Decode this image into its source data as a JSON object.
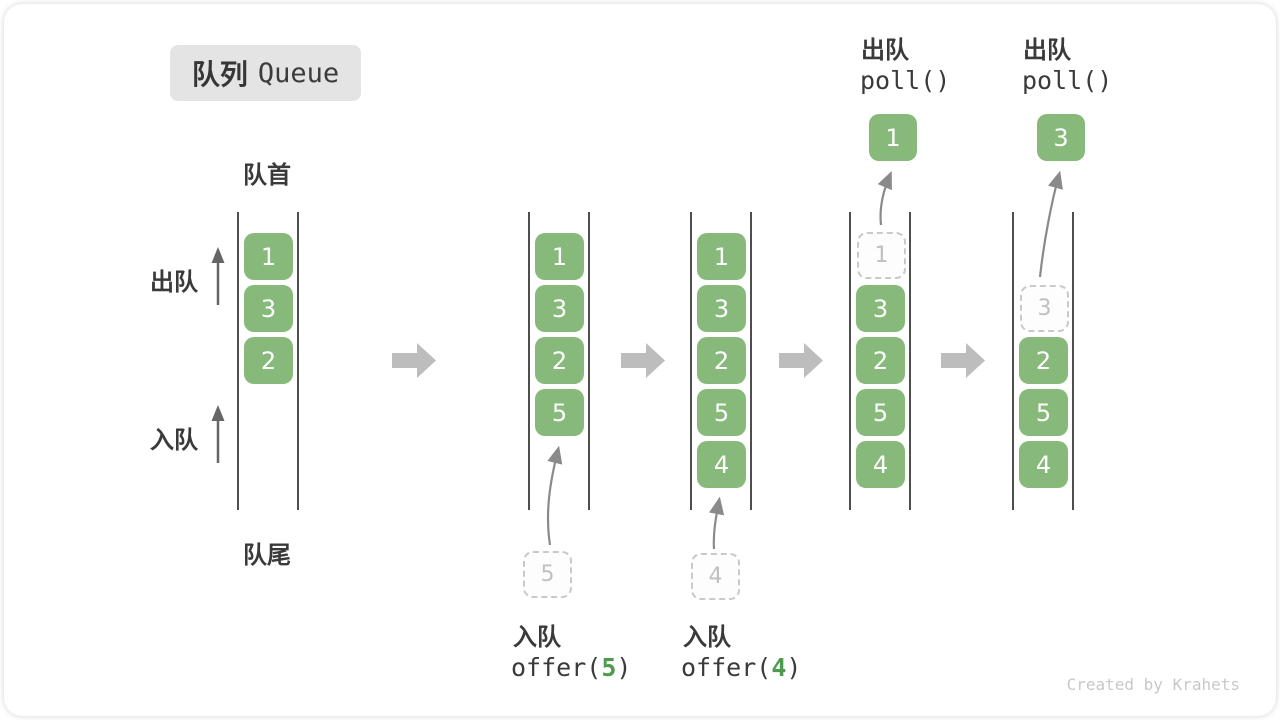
{
  "title": {
    "zh": "队列",
    "en": "Queue"
  },
  "side_labels": {
    "front": "队首",
    "rear": "队尾",
    "dequeue": "出队",
    "enqueue": "入队"
  },
  "colors": {
    "box_green": "#87ba7a",
    "code_green": "#4e9b50",
    "block_arrow_gray": "#bdbdbd",
    "dashed_gray": "#c9c9c9",
    "title_bg": "#e4e4e4"
  },
  "states": {
    "s1": {
      "items": [
        "1",
        "3",
        "2"
      ]
    },
    "s2": {
      "items": [
        "1",
        "3",
        "2",
        "5"
      ],
      "pending": "5",
      "op_zh": "入队",
      "op_fn": "offer(",
      "op_arg": "5",
      "op_close": ")"
    },
    "s3": {
      "items": [
        "1",
        "3",
        "2",
        "5",
        "4"
      ],
      "pending": "4",
      "op_zh": "入队",
      "op_fn": "offer(",
      "op_arg": "4",
      "op_close": ")"
    },
    "s4": {
      "removed": "1",
      "items": [
        "3",
        "2",
        "5",
        "4"
      ],
      "popped": "1",
      "op_zh": "出队",
      "op_code": "poll()"
    },
    "s5": {
      "removed": "3",
      "items": [
        "2",
        "5",
        "4"
      ],
      "popped": "3",
      "op_zh": "出队",
      "op_code": "poll()"
    }
  },
  "watermark": "Created by Krahets"
}
